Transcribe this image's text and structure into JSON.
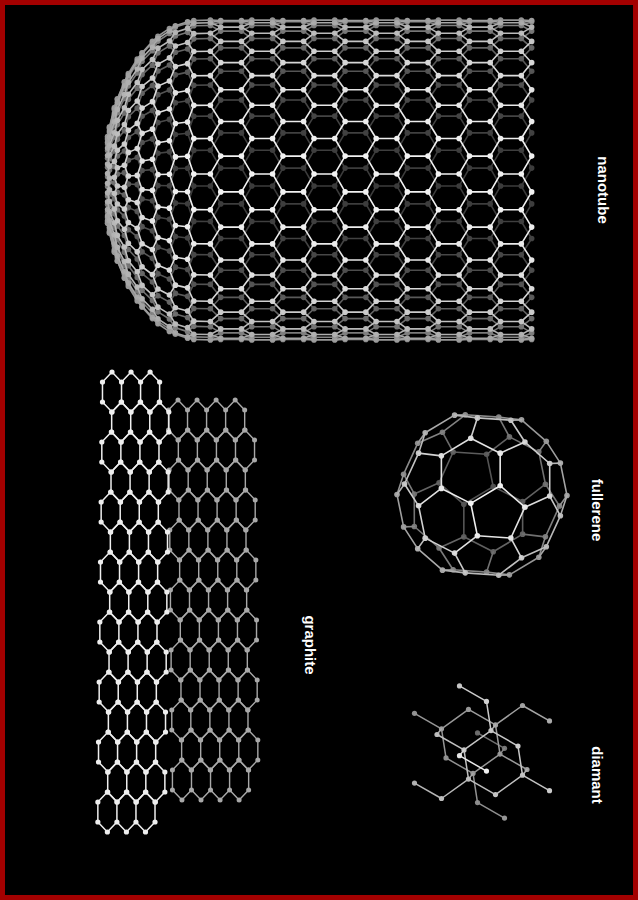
{
  "diagram": {
    "labels": [
      "nanotube",
      "graphite",
      "fullerene",
      "diamant"
    ]
  }
}
